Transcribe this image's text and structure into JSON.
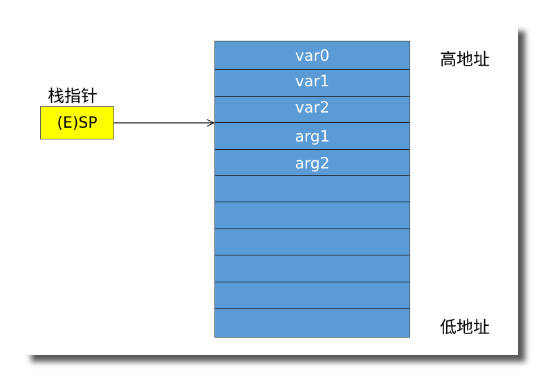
{
  "pointer": {
    "title": "栈指针",
    "register": "(E)SP",
    "color": "#ffff00"
  },
  "stack": {
    "cells": [
      "var0",
      "var1",
      "var2",
      "arg1",
      "arg2",
      "",
      "",
      "",
      "",
      "",
      ""
    ],
    "cell_color": "#5b9bd5"
  },
  "labels": {
    "high_address": "高地址",
    "low_address": "低地址"
  }
}
